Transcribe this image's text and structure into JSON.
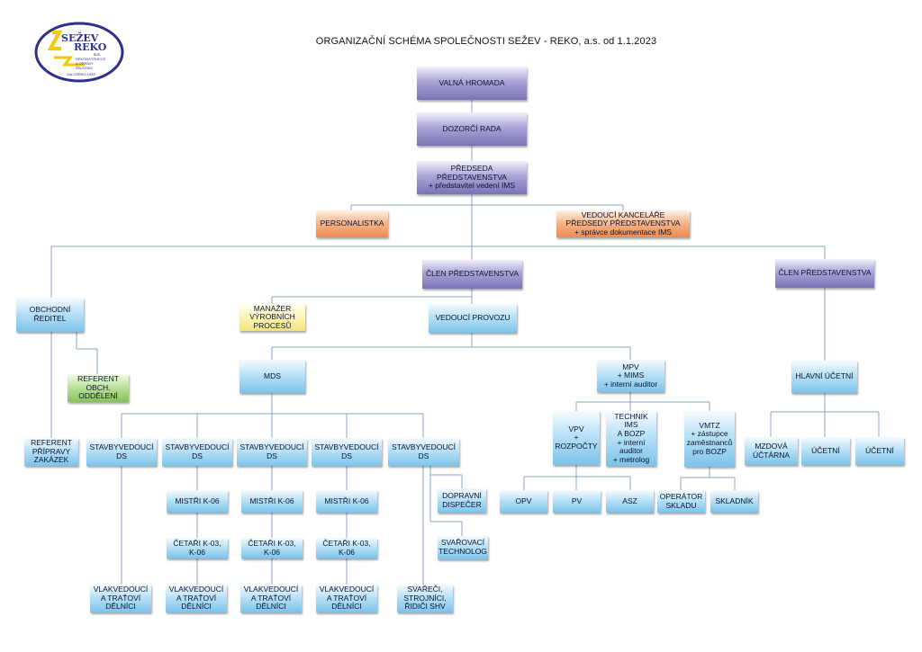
{
  "title": "ORGANIZAČNÍ SCHÉMA SPOLEČNOSTI SEŽEV - REKO, a.s. od 1.1.2023",
  "logo": {
    "brand_line1": "SEŽEV",
    "brand_line2": "REKO",
    "suffix": "a.s.",
    "tagline1": "REKONSTRUKCE",
    "tagline2": "A OPRAVY",
    "tagline3": "ŽELEZNIC",
    "founded": "ZALOŽENO 1993"
  },
  "colors": {
    "purple": "#7a72b7",
    "blue": "#7cc3ea",
    "orange": "#ef8a4e",
    "yellow": "#f2e37b",
    "green": "#86c158",
    "line": "#8aa6c6"
  },
  "boxes": {
    "valna_hromada": "VALNÁ HROMADA",
    "dozorci_rada": "DOZORČÍ RADA",
    "predseda": "PŘEDSEDA\nPŘEDSTAVENSTVA\n+ představitel vedení IMS",
    "personalistka": "PERSONALISTKA",
    "vedouci_kancelare": "VEDOUCÍ KANCELÁŘE\nPŘEDSEDY PŘEDSTAVENSTVA\n+ správce dokumentace IMS",
    "clen_1": "ČLEN PŘEDSTAVENSTVA",
    "clen_2": "ČLEN PŘEDSTAVENSTVA",
    "obchodni_reditel": "OBCHODNÍ\nŘEDITEL",
    "referent_obch": "REFERENT\nOBCH.\nODDĚLENÍ",
    "referent_pripravy": "REFERENT\nPŘÍPRAVY\nZAKÁZEK",
    "manazer": "MANAŽER\nVÝROBNÍCH\nPROCESŮ",
    "vedouci_provozu": "VEDOUCÍ PROVOZU",
    "mds": "MDS",
    "mpv": "MPV\n+ MIMS\n+ interní auditor",
    "hlavni_ucetni": "HLAVNÍ ÚČETNÍ",
    "stavby_1": "STAVBYVEDOUCÍ\nDS",
    "stavby_2": "STAVBYVEDOUCÍ\nDS",
    "stavby_3": "STAVBYVEDOUCÍ\nDS",
    "stavby_4": "STAVBYVEDOUCÍ\nDS",
    "stavby_5": "STAVBYVEDOUCÍ\nDS",
    "mistri_1": "MISTŘI  K-06",
    "mistri_2": "MISTŘI K-06",
    "mistri_3": "MISTŘI K-06",
    "cetari_1": "ČETAŘI  K-03,\nK-06",
    "cetari_2": "ČETAŘI K-03,\nK-06",
    "cetari_3": "ČETAŘI K-03,\nK-06",
    "vlak_1": "VLAKVEDOUCÍ\nA TRAŤOVÍ\nDĚLNÍCI",
    "vlak_2": "VLAKVEDOUCÍ\nA TRAŤOVÍ\nDĚLNÍCI",
    "vlak_3": "VLAKVEDOUCÍ\nA TRAŤOVÍ\nDĚLNÍCI",
    "vlak_4": "VLAKVEDOUCÍ\nA TRAŤOVÍ\nDĚLNÍCI",
    "dopravni_dispecer": "DOPRAVNÍ\nDISPEČER",
    "svarovaci_technolog": "SVAŘOVACÍ\nTECHNOLOG",
    "svareci": "SVAŘEČI,\nSTROJNÍCI,\nŘIDIČI SHV",
    "vpv": "VPV\n+\nROZPOČTY",
    "technik": "TECHNIK\nIMS\nA BOZP\n+ interní\nauditor\n+ metrolog",
    "vmtz": "VMTZ\n+ zástupce\nzaměstnanců\npro BOZP",
    "opv": "OPV",
    "pv": "PV",
    "asz": "ASZ",
    "operator_skladu": "OPERÁTOR\nSKLADU",
    "skladnik": "SKLADNÍK",
    "mzdova_ucetni": "MZDOVÁ\nÚČTÁRNA",
    "ucetni_1": "ÚČETNÍ",
    "ucetni_2": "ÚČETNÍ"
  }
}
